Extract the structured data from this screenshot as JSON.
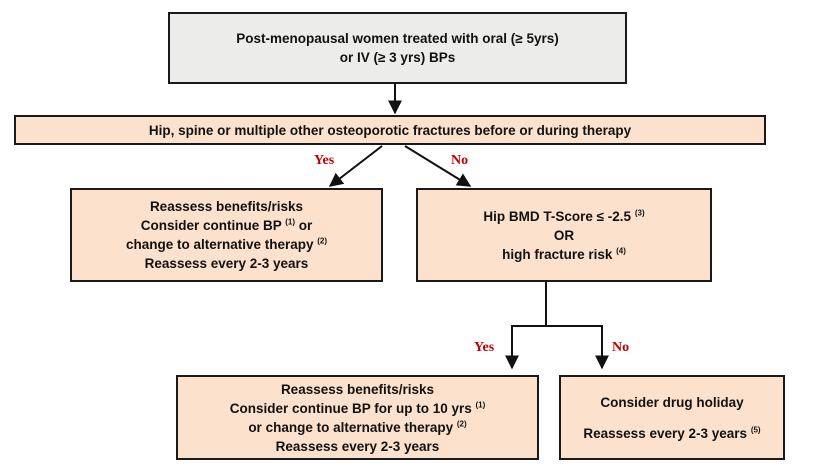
{
  "colors": {
    "top_fill": "#ececeb",
    "box_fill": "#fce1cc",
    "label_red": "#c00000",
    "stroke": "#1a1a1a"
  },
  "nodes": {
    "start": {
      "lines": [
        "Post-menopausal women treated with oral (≥ 5yrs)",
        "or IV (≥ 3 yrs) BPs"
      ]
    },
    "fractures": {
      "lines": [
        "Hip, spine or multiple other osteoporotic fractures before or during therapy"
      ]
    },
    "reassess_left": {
      "lines": [
        "Reassess benefits/risks",
        "Consider continue BP",
        "or",
        "change to alternative therapy",
        "Reassess every 2-3 years"
      ],
      "sup": [
        "(1)",
        "(2)"
      ]
    },
    "bmd": {
      "lines": [
        "Hip BMD T-Score ≤ -2.5",
        "OR",
        "high fracture risk"
      ],
      "sup": [
        "(3)",
        "(4)"
      ]
    },
    "reassess_bottom": {
      "lines": [
        "Reassess benefits/risks",
        "Consider continue BP for up to 10 yrs",
        "or change to alternative therapy",
        "Reassess every 2-3 years"
      ],
      "sup": [
        "(1)",
        "(2)"
      ]
    },
    "holiday": {
      "lines": [
        "Consider drug holiday",
        "Reassess every 2-3 years"
      ],
      "sup": [
        "(5)"
      ]
    }
  },
  "edges": {
    "yes_1": "Yes",
    "no_1": "No",
    "yes_2": "Yes",
    "no_2": "No"
  }
}
